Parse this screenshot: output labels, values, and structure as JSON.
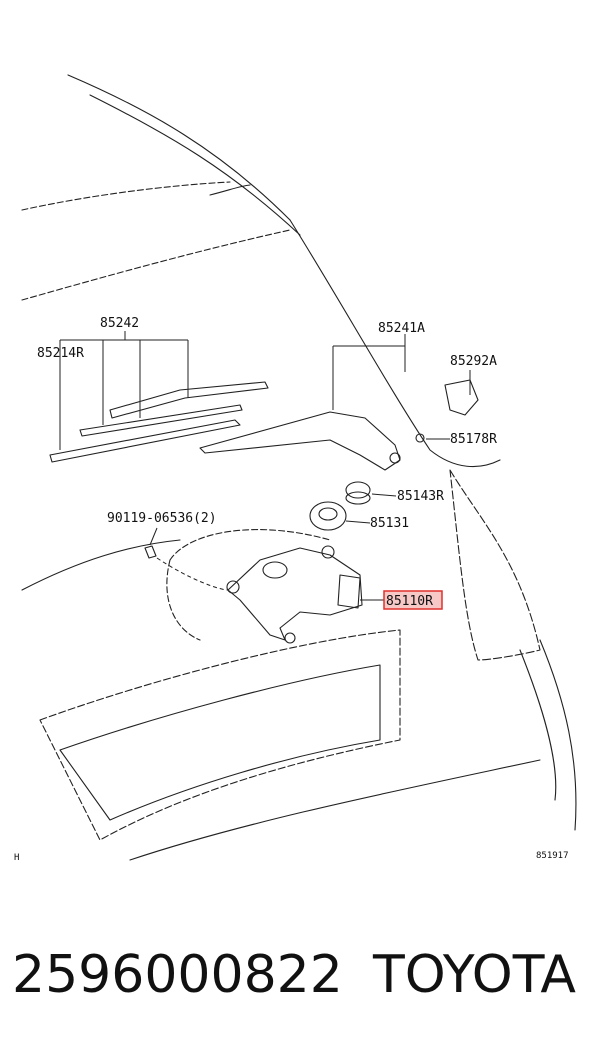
{
  "diagram": {
    "labels": {
      "p85242": "85242",
      "p85214R": "85214R",
      "p85241A": "85241A",
      "p85292A": "85292A",
      "p85178R": "85178R",
      "p85143R": "85143R",
      "p85131": "85131",
      "p90119": "90119-06536(2)",
      "p85110R": "85110R"
    },
    "highlighted_part": "85110R",
    "highlight_color": "#e0312c",
    "corner_left": "H",
    "drawing_code": "851917"
  },
  "footer": {
    "part_number": "2596000822",
    "brand": "TOYOTA"
  }
}
